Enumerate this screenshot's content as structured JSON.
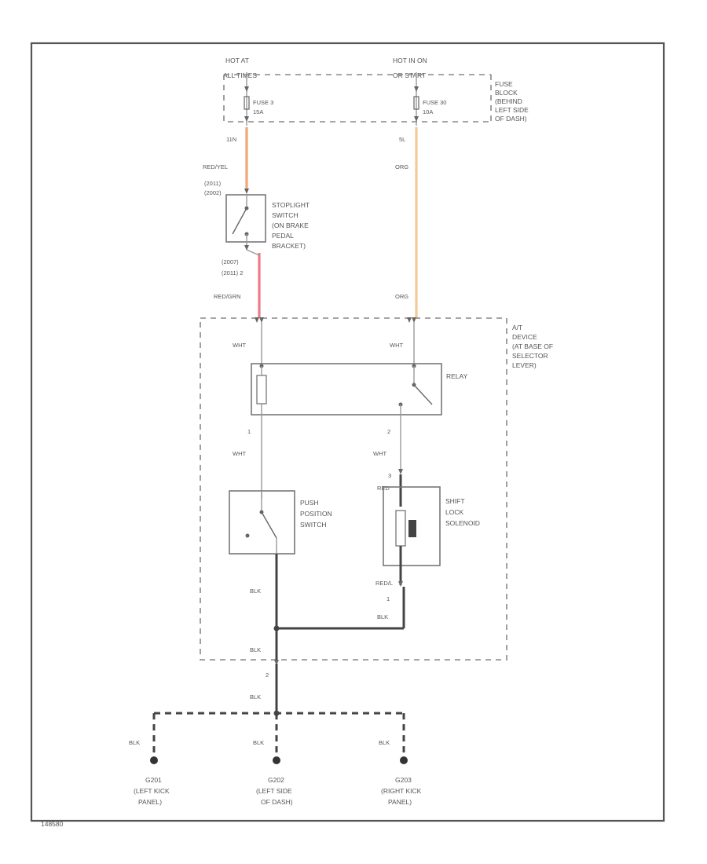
{
  "top_labels": {
    "hot_at_all_times": [
      "HOT AT",
      "ALL TIMES"
    ],
    "hot_in_on_or_start": [
      "HOT IN ON",
      "OR START"
    ]
  },
  "fuse_block": {
    "label_lines": [
      "FUSE",
      "BLOCK",
      "(BEHIND",
      "LEFT SIDE",
      "OF DASH)"
    ],
    "fuse_a": [
      "FUSE 3",
      "15A"
    ],
    "fuse_b": [
      "FUSE 30",
      "10A"
    ],
    "term_a": "11N",
    "term_b": "5L"
  },
  "wires": {
    "red_yel": "RED/YEL",
    "org_top": "ORG",
    "red_grn": "RED/GRN",
    "org_mid": "ORG",
    "wht_1": "WHT",
    "wht_2": "WHT",
    "wht_3": "WHT",
    "wht_4": "WHT",
    "red_sol": "RED",
    "red_ns": "RED/L",
    "blk_switch": "BLK",
    "blk_sol": "BLK",
    "blk_device": "BLK",
    "blk_below": "BLK",
    "blk_g1": "BLK",
    "blk_g2": "BLK",
    "blk_g3": "BLK"
  },
  "stoplight_switch": {
    "conn_top": [
      "(2011)",
      "(2002)"
    ],
    "conn_bottom": [
      "(2007)",
      "(2011) 2"
    ],
    "label_lines": [
      "STOPLIGHT",
      "SWITCH",
      "(ON BRAKE",
      "PEDAL",
      "BRACKET)"
    ]
  },
  "at_device": {
    "label_lines": [
      "A/T",
      "DEVICE",
      "(AT BASE OF",
      "SELECTOR",
      "LEVER)"
    ]
  },
  "relay": {
    "label": "RELAY"
  },
  "pins": {
    "p1": "1",
    "p2": "2",
    "p3": "3",
    "p4": "1",
    "p5": "2"
  },
  "push_switch": {
    "label_lines": [
      "PUSH",
      "POSITION",
      "SWITCH"
    ]
  },
  "solenoid": {
    "label_lines": [
      "SHIFT",
      "LOCK",
      "SOLENOID"
    ]
  },
  "grounds": [
    {
      "code": "G201",
      "location": [
        "(LEFT KICK",
        "PANEL)"
      ]
    },
    {
      "code": "G202",
      "location": [
        "(LEFT SIDE",
        "OF DASH)"
      ]
    },
    {
      "code": "G203",
      "location": [
        "(RIGHT KICK",
        "PANEL)"
      ]
    }
  ],
  "figure_id": "148580"
}
